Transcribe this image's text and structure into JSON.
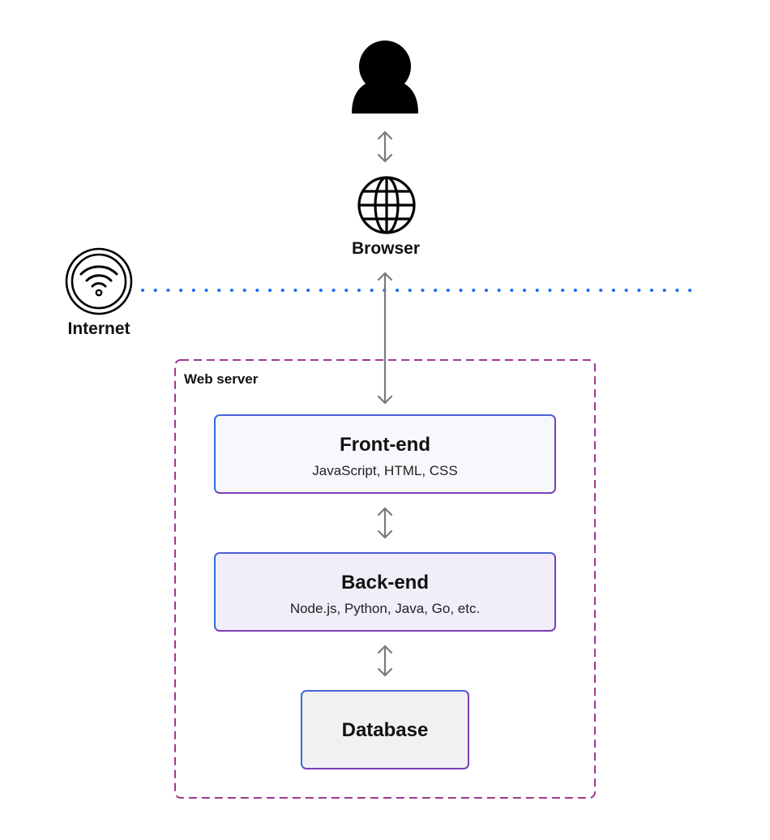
{
  "browser": {
    "label": "Browser",
    "icon": "globe-icon"
  },
  "user": {
    "icon": "user-icon"
  },
  "internet": {
    "label": "Internet",
    "icon": "wifi-icon"
  },
  "web_server": {
    "label": "Web server",
    "frontend": {
      "title": "Front-end",
      "subtitle": "JavaScript, HTML, CSS"
    },
    "backend": {
      "title": "Back-end",
      "subtitle": "Node.js, Python, Java, Go, etc."
    },
    "database": {
      "title": "Database"
    }
  },
  "colors": {
    "arrow": "#7a7a7a",
    "dotted_line": "#1a6ff0",
    "server_border": "#a0378f",
    "box_border": "#7b3fb5",
    "box_border_accent": "#2f6de0"
  }
}
